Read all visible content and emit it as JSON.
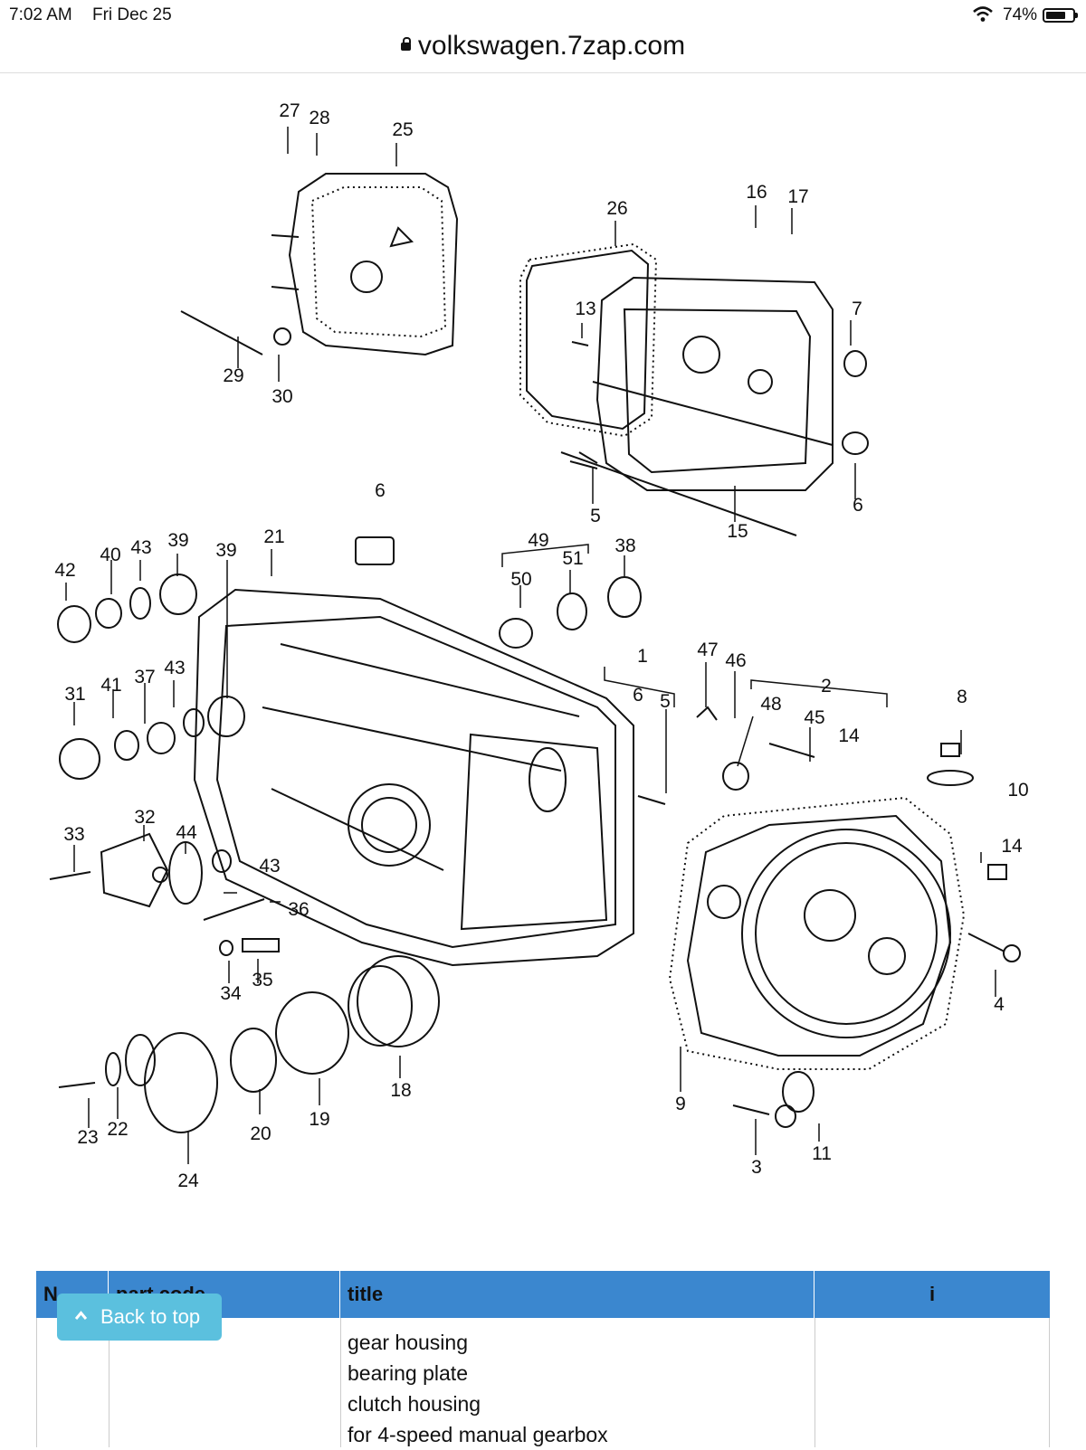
{
  "status_bar": {
    "time": "7:02 AM",
    "date": "Fri Dec 25",
    "battery": "74%",
    "battery_level": 0.74
  },
  "browser": {
    "url": "volkswagen.7zap.com"
  },
  "diagram": {
    "callouts": [
      "27",
      "28",
      "25",
      "26",
      "16",
      "17",
      "13",
      "7",
      "29",
      "30",
      "5",
      "6",
      "15",
      "6",
      "42",
      "40",
      "43",
      "39",
      "39",
      "21",
      "49",
      "50",
      "51",
      "38",
      "31",
      "41",
      "37",
      "43",
      "1",
      "6",
      "5",
      "47",
      "46",
      "48",
      "2",
      "45",
      "14",
      "8",
      "10",
      "33",
      "32",
      "44",
      "43",
      "36",
      "14",
      "4",
      "34",
      "35",
      "23",
      "22",
      "24",
      "20",
      "19",
      "18",
      "9",
      "3",
      "11"
    ]
  },
  "table": {
    "headers": {
      "no": "N",
      "part_code": "part code",
      "title": "title",
      "info": "i"
    },
    "rows": [
      {
        "title_lines": [
          "gear housing",
          "bearing plate",
          "clutch housing",
          "for 4-speed manual gearbox"
        ]
      }
    ]
  },
  "back_to_top": {
    "label": "Back to top"
  }
}
